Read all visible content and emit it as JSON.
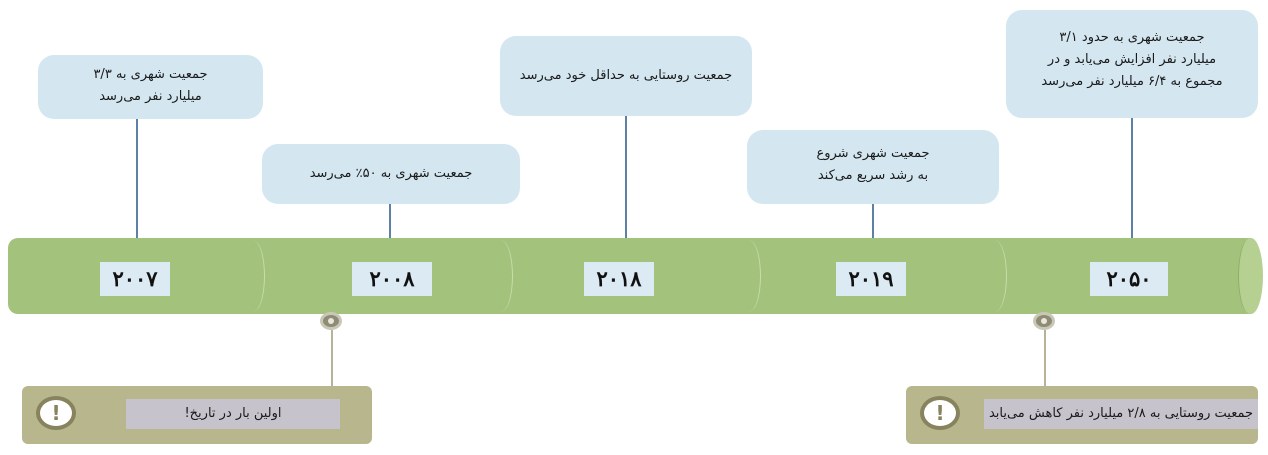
{
  "timeline": {
    "years": [
      "۲۰۰۷",
      "۲۰۰۸",
      "۲۰۱۸",
      "۲۰۱۹",
      "۲۰۵۰"
    ]
  },
  "events": {
    "e2007": [
      "جمعیت شهری به ۳/۳",
      "میلیارد نفر می‌رسد"
    ],
    "e2008": [
      "جمعیت شهری به ۵۰٪ می‌رسد"
    ],
    "e2018": [
      "جمعیت روستایی به حداقل خود می‌رسد"
    ],
    "e2019": [
      "جمعیت شهری شروع",
      "به رشد سریع می‌کند"
    ],
    "e2050": [
      "جمعیت شهری به حدود ۳/۱",
      "میلیارد نفر افزایش می‌یابد و در",
      "مجموع به ۶/۴ میلیارد نفر می‌رسد"
    ]
  },
  "notes": {
    "left": {
      "icon": "exclamation-icon",
      "symbol": "!",
      "text": "اولین بار در تاریخ!"
    },
    "right": {
      "icon": "exclamation-icon",
      "symbol": "!",
      "text": "جمعیت روستایی به ۲/۸ میلیارد نفر کاهش می‌یابد"
    }
  },
  "colors": {
    "bar": "#a3c27b",
    "callout": "#d4e7f1",
    "connector": "#5c80a6",
    "note": "#b8b68c"
  }
}
